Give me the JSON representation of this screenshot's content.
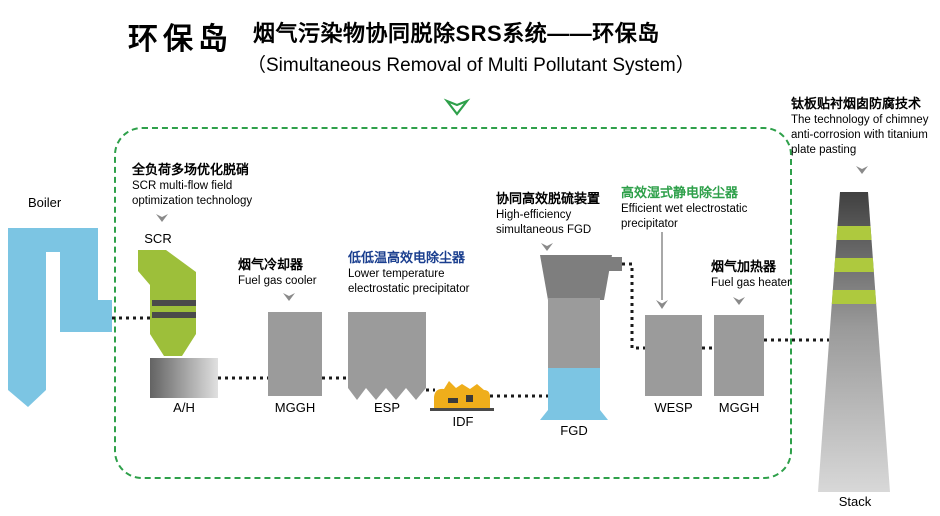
{
  "header": {
    "brand": "环保岛",
    "title_cn": "烟气污染物协同脱除SRS系统——环保岛",
    "title_en": "（Simultaneous Removal of Multi Pollutant System）"
  },
  "units": {
    "boiler": {
      "label": "Boiler"
    },
    "scr": {
      "label": "SCR"
    },
    "ah": {
      "label": "A/H"
    },
    "mggh1": {
      "label": "MGGH"
    },
    "esp": {
      "label": "ESP"
    },
    "idf": {
      "label": "IDF"
    },
    "fgd": {
      "label": "FGD"
    },
    "wesp": {
      "label": "WESP"
    },
    "mggh2": {
      "label": "MGGH"
    },
    "stack": {
      "label": "Stack"
    }
  },
  "annotations": {
    "scr": {
      "cn": "全负荷多场优化脱硝",
      "en1": "SCR multi-flow field",
      "en2": "optimization technology"
    },
    "mggh1": {
      "cn": "烟气冷却器",
      "en1": "Fuel gas cooler"
    },
    "esp": {
      "cn": "低低温高效电除尘器",
      "en1": "Lower temperature",
      "en2": "electrostatic precipitator"
    },
    "fgd": {
      "cn": "协同高效脱硫装置",
      "en1": "High-efficiency",
      "en2": "simultaneous FGD"
    },
    "wesp": {
      "cn": "高效湿式静电除尘器",
      "en1": "Efficient wet electrostatic",
      "en2": "precipitator"
    },
    "mggh2": {
      "cn": "烟气加热器",
      "en1": "Fuel gas heater"
    },
    "stack": {
      "cn": "钛板贴衬烟囱防腐技术",
      "en1": "The technology of chimney",
      "en2": "anti-corrosion with titanium",
      "en3": "plate pasting"
    }
  },
  "colors": {
    "accent_green": "#2ea04a",
    "boiler_blue": "#7cc5e3",
    "scr_green": "#9dbf3a",
    "unit_gray": "#9b9b9b",
    "dark_gray": "#7e7e7e",
    "idf_yellow": "#efae1b",
    "fgd_blue": "#7cc5e3",
    "stack_band_green": "#aec93e",
    "esp_label_blue": "#1b3f8f",
    "wesp_label_green": "#2ea04a",
    "pipe_dotted_black": "#1a1a1a",
    "arrow_gray": "#8a8a8a"
  }
}
